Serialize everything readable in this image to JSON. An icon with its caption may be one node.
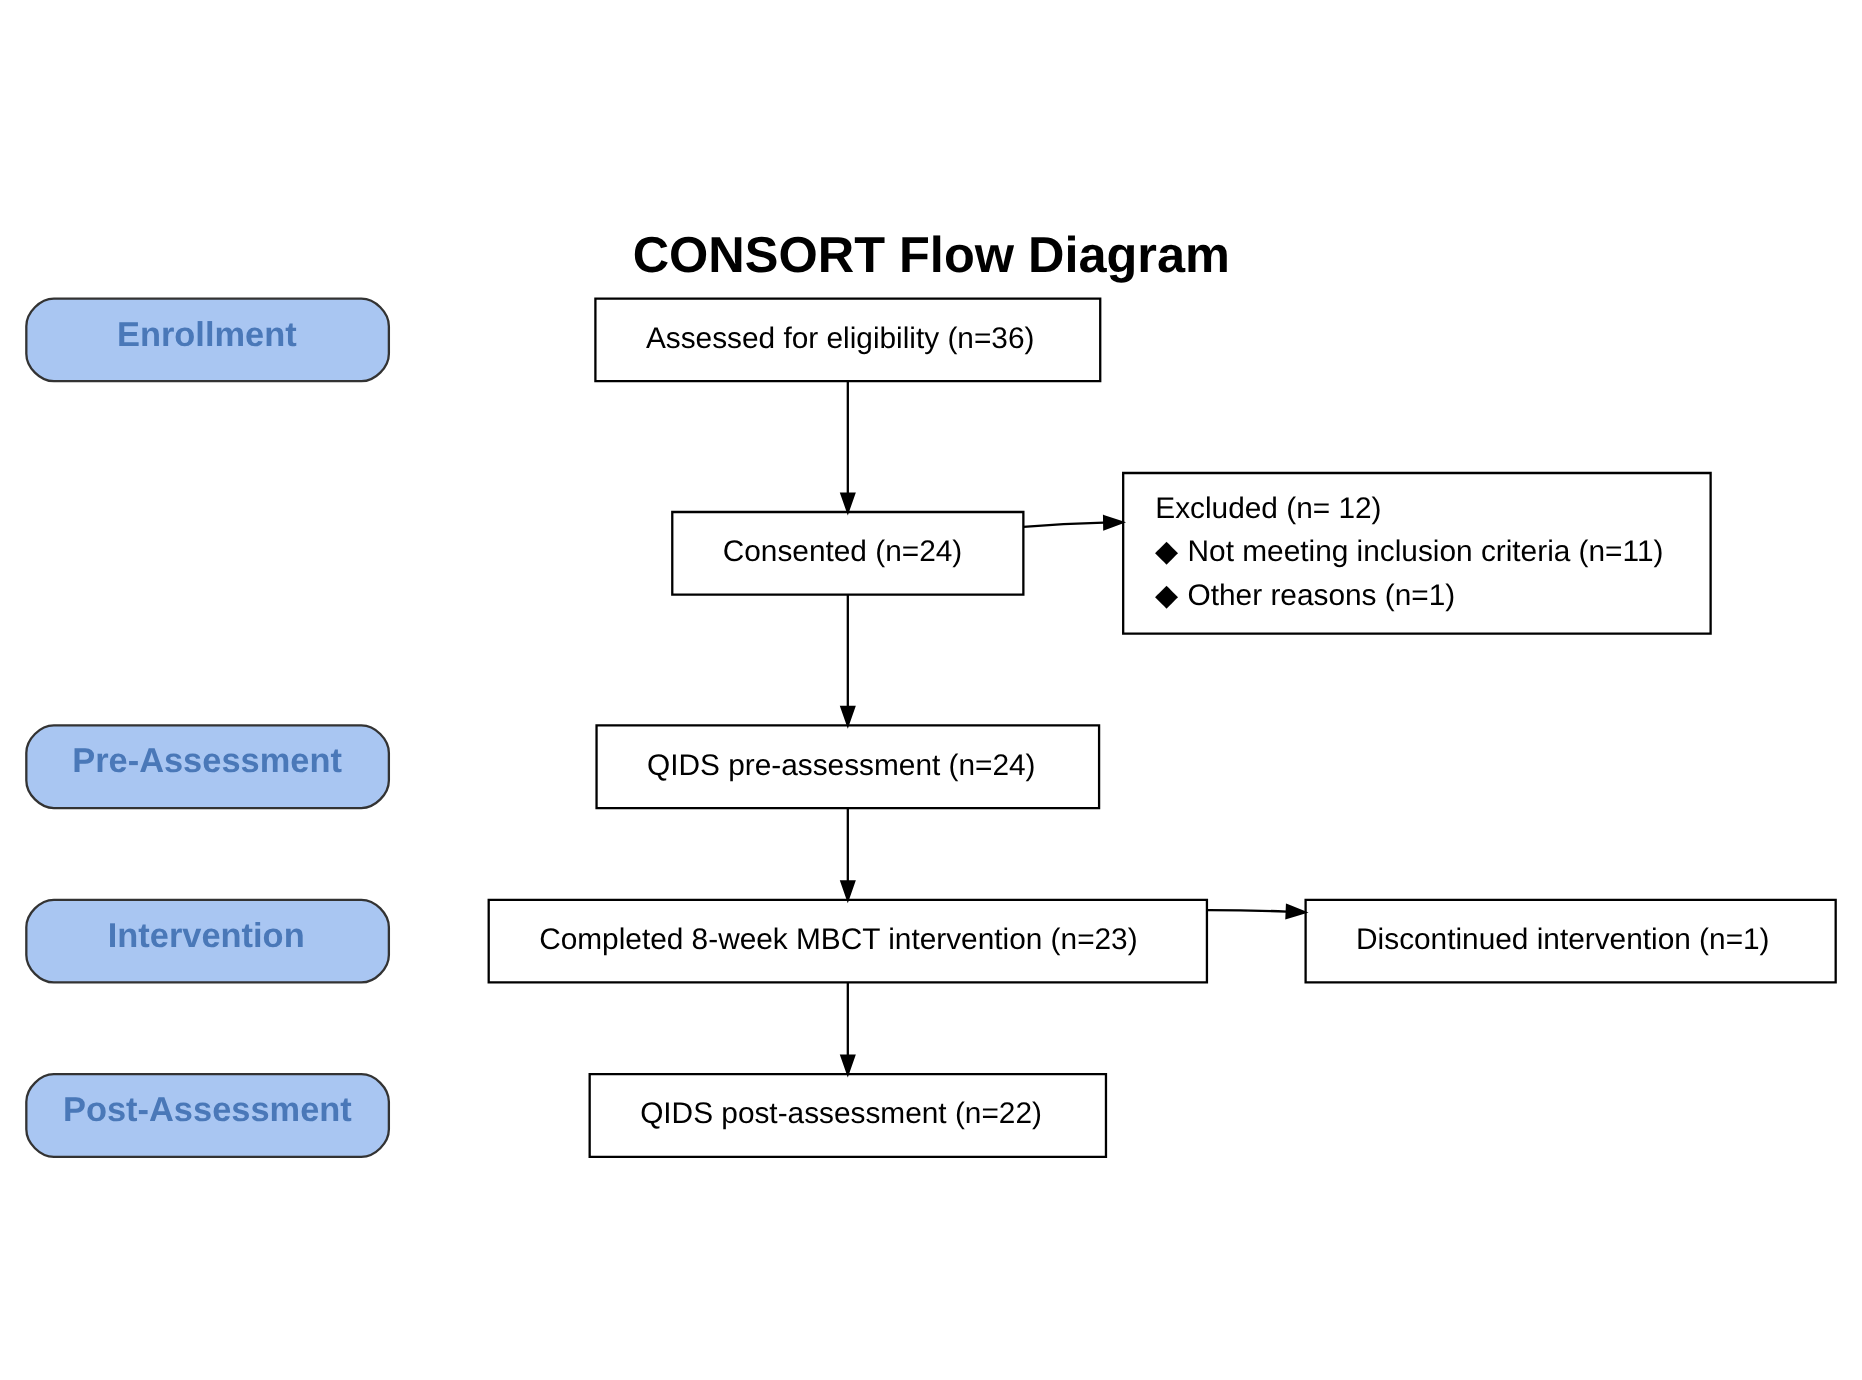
{
  "diagram": {
    "title": "CONSORT Flow Diagram",
    "nodes": [
      {
        "text": [
          "Enrollment"
        ]
      },
      {
        "text": [
          "Assessed for eligibility (n=36)"
        ]
      },
      {
        "text": [
          "Consented (n=24)"
        ]
      },
      {
        "text": [
          "Excluded (n= 12)",
          "◆ Not meeting inclusion criteria (n=11)",
          "◆ Other reasons (n=1)"
        ]
      },
      {
        "text": [
          "Pre-Assessment"
        ]
      },
      {
        "text": [
          "QIDS pre-assessment (n=24)"
        ]
      },
      {
        "text": [
          "Intervention"
        ]
      },
      {
        "text": [
          "Completed 8-week MBCT intervention (n=23)"
        ]
      },
      {
        "text": [
          "Discontinued intervention (n=1)"
        ]
      },
      {
        "text": [
          "Post-Assessment"
        ]
      },
      {
        "text": [
          "QIDS post-assessment (n=22)"
        ]
      }
    ],
    "edges": [
      {
        "from": 1,
        "to": 2,
        "arrow": "to"
      },
      {
        "from": 2,
        "to": 5,
        "arrow": "to"
      },
      {
        "from": 2,
        "to": 3,
        "arrow": "to"
      },
      {
        "from": 5,
        "to": 7,
        "arrow": "to"
      },
      {
        "from": 7,
        "to": 10,
        "arrow": "to"
      },
      {
        "from": 7,
        "to": 8,
        "arrow": "to"
      }
    ]
  }
}
